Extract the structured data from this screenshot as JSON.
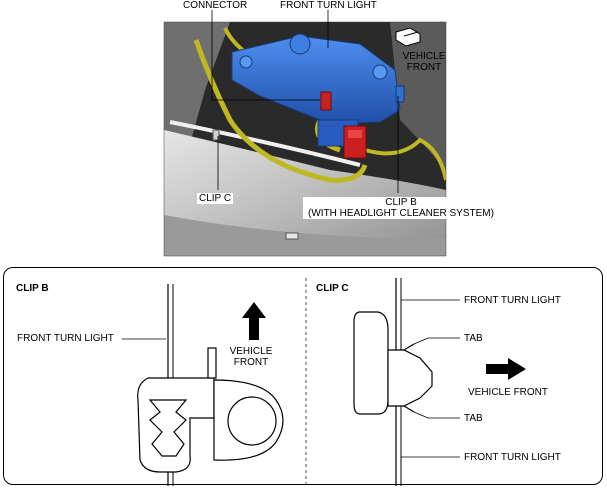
{
  "photo": {
    "callouts": {
      "connector": "CONNECTOR",
      "front_turn_light": "FRONT TURN LIGHT",
      "vehicle_front_line1": "VEHICLE",
      "vehicle_front_line2": "FRONT",
      "clip_c": "CLIP C",
      "clip_b_line1": "CLIP B",
      "clip_b_line2": "(WITH HEADLIGHT CLEANER SYSTEM)"
    },
    "colors": {
      "lamp_body": "#2f6fd0",
      "connector": "#cc1f1f",
      "harness": "#b9b020",
      "bumper": "#c4c4c4"
    }
  },
  "detail": {
    "clip_b": {
      "title": "CLIP B",
      "front_turn_light": "FRONT TURN LIGHT",
      "vehicle_front_line1": "VEHICLE",
      "vehicle_front_line2": "FRONT"
    },
    "clip_c": {
      "title": "CLIP C",
      "front_turn_light_top": "FRONT TURN LIGHT",
      "tab_top": "TAB",
      "tab_bottom": "TAB",
      "vehicle_front": "VEHICLE FRONT",
      "front_turn_light_bottom": "FRONT TURN LIGHT"
    }
  }
}
